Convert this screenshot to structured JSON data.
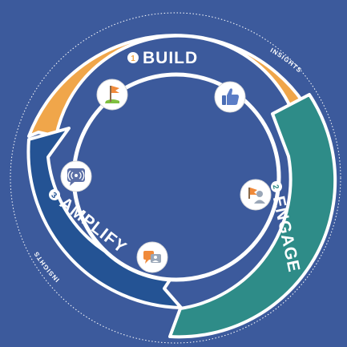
{
  "colors": {
    "background": "#3c5a9c",
    "build": "#f0a64a",
    "engage": "#2e8c88",
    "amplify": "#245394",
    "ring_outline": "#ffffff",
    "icon_circle": "#ffffff"
  },
  "cycle": {
    "segments": [
      {
        "step": "1",
        "label": "BUILD"
      },
      {
        "step": "2",
        "label": "ENGAGE"
      },
      {
        "step": "3",
        "label": "AMPLIFY"
      }
    ],
    "insights_labels": [
      "INSIGHTS",
      "INSIGHTS"
    ]
  },
  "icons": [
    {
      "name": "flag-on-grass-icon"
    },
    {
      "name": "thumbs-up-icon"
    },
    {
      "name": "flag-with-person-icon"
    },
    {
      "name": "speech-bubbles-icon"
    },
    {
      "name": "broadcast-bubble-icon"
    }
  ]
}
